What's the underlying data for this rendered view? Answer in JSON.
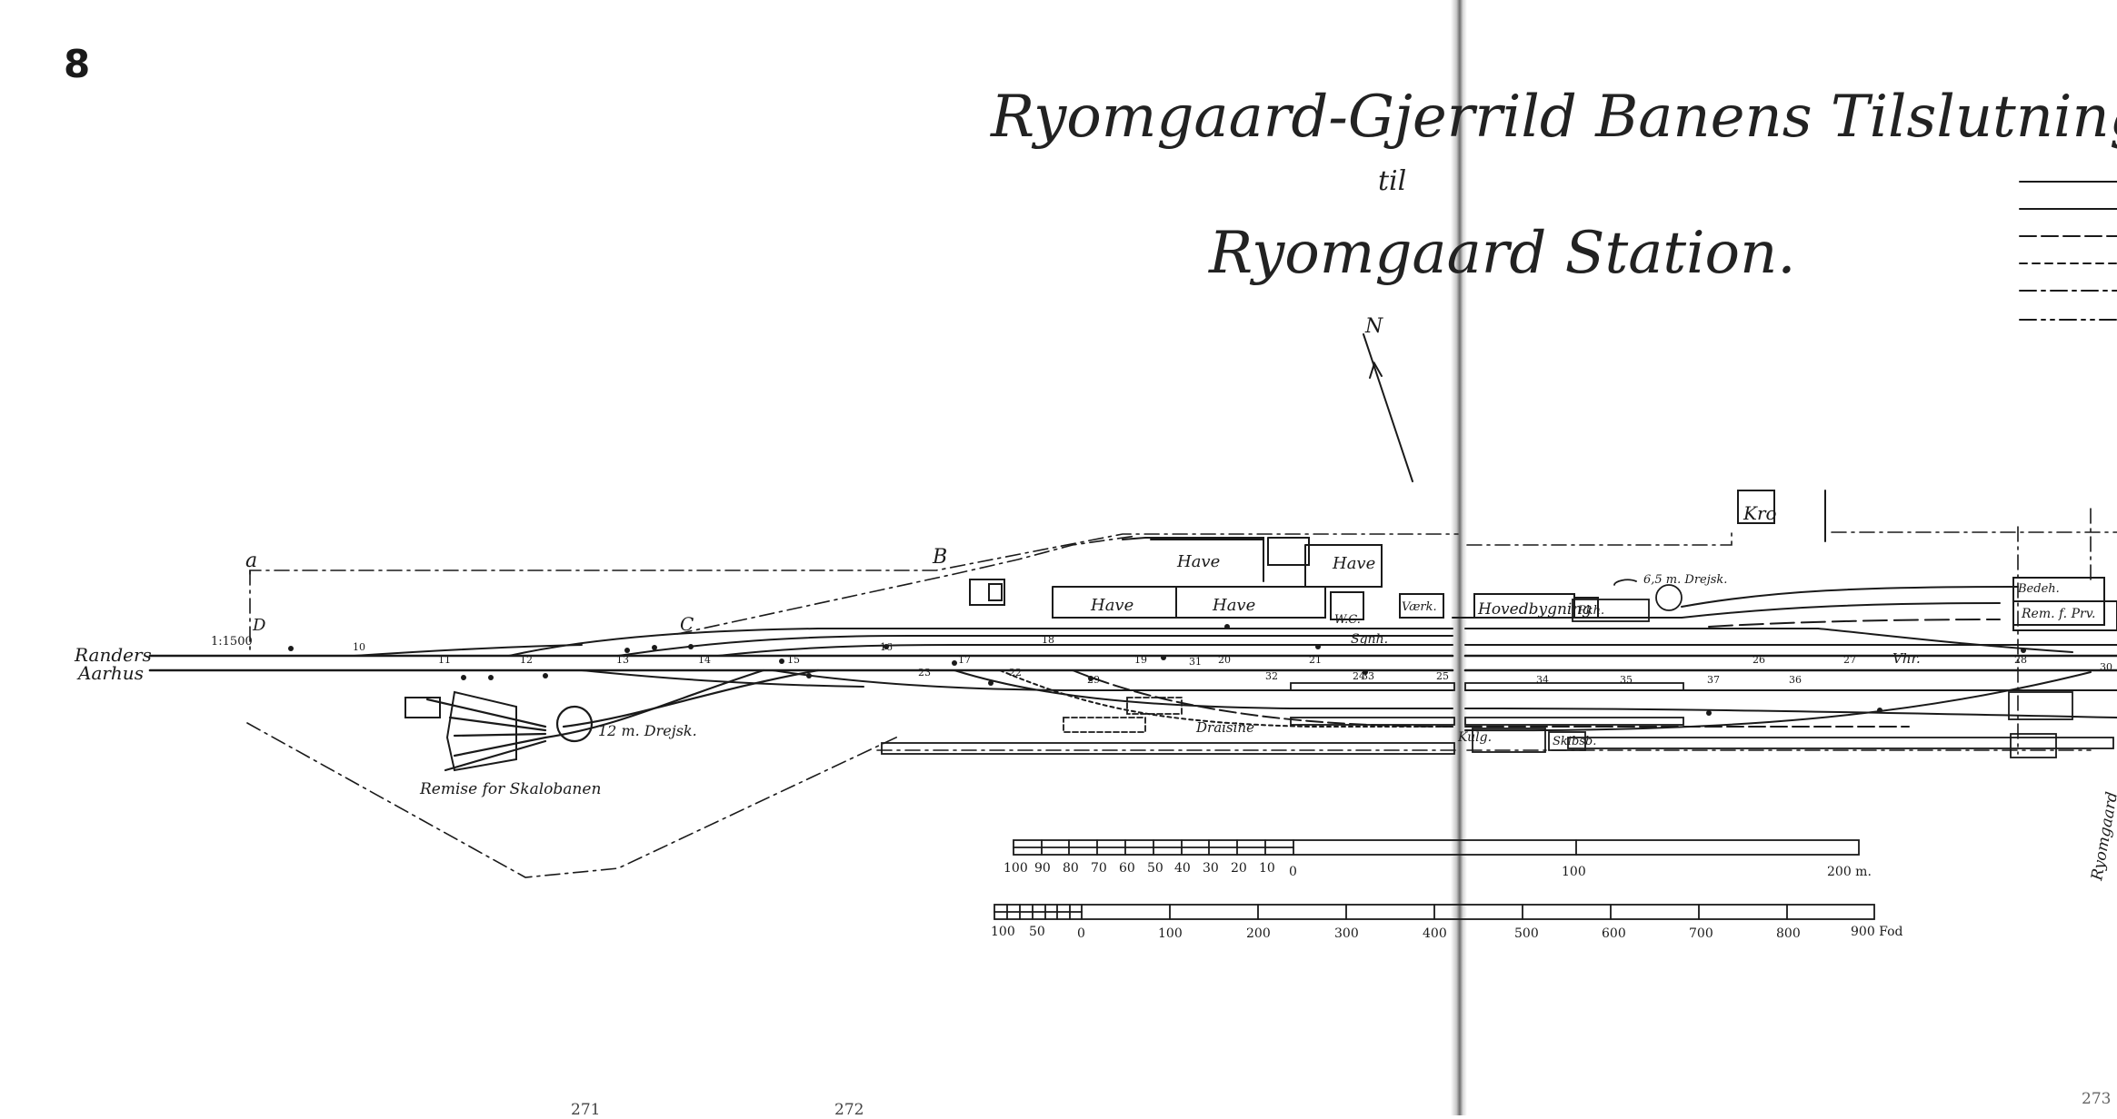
{
  "plate_number": "8",
  "title": {
    "line1": "Ryomgaard-Gjerrild Banens Tilslutning",
    "line2": "til",
    "line3": "Ryomgaard Station."
  },
  "north": "N",
  "directions": {
    "randers": "Randers",
    "aarhus": "Aarhus"
  },
  "scale_ratio": "1:1500",
  "points": {
    "a": "a",
    "b": "B",
    "c": "C",
    "d": "D"
  },
  "buildings": {
    "have1": "Have",
    "have2": "Have",
    "have3": "Have",
    "have4": "Have",
    "kro": "Kro",
    "hovedbygning": "Hovedbygning",
    "wc": "W.C.",
    "vaerk": "Værk.",
    "pakh": "Pkh.",
    "sgnh": "Sgnh.",
    "draisine": "Draisine",
    "varehus": "Vhr.",
    "turntable_big": "6,5 m. Drejsk.",
    "turntable_small": "12 m. Drejsk.",
    "remise_small": "Remise for Skalobanen",
    "remise_big": "Rem. f. Prv.",
    "kulg": "Kulg.",
    "skibsb": "Skibsb.",
    "bedeh": "Bedeh.",
    "ryomgaard_side": "Ryomgaard"
  },
  "track_numbers": [
    "10",
    "11",
    "12",
    "13",
    "14",
    "15",
    "16",
    "17",
    "18",
    "19",
    "20",
    "21",
    "22",
    "23",
    "24",
    "25",
    "26",
    "27",
    "28",
    "29",
    "30",
    "31",
    "32",
    "33",
    "34",
    "35",
    "36",
    "37"
  ],
  "scale_m": {
    "ticks": [
      "100",
      "90",
      "80",
      "70",
      "60",
      "50",
      "40",
      "30",
      "20",
      "10",
      "0",
      "100",
      "200 m."
    ]
  },
  "scale_fod": {
    "ticks": [
      "100",
      "50",
      "0",
      "100",
      "200",
      "300",
      "400",
      "500",
      "600",
      "700",
      "800",
      "900 Fod"
    ]
  },
  "page_numbers": [
    "271",
    "272",
    "273"
  ]
}
